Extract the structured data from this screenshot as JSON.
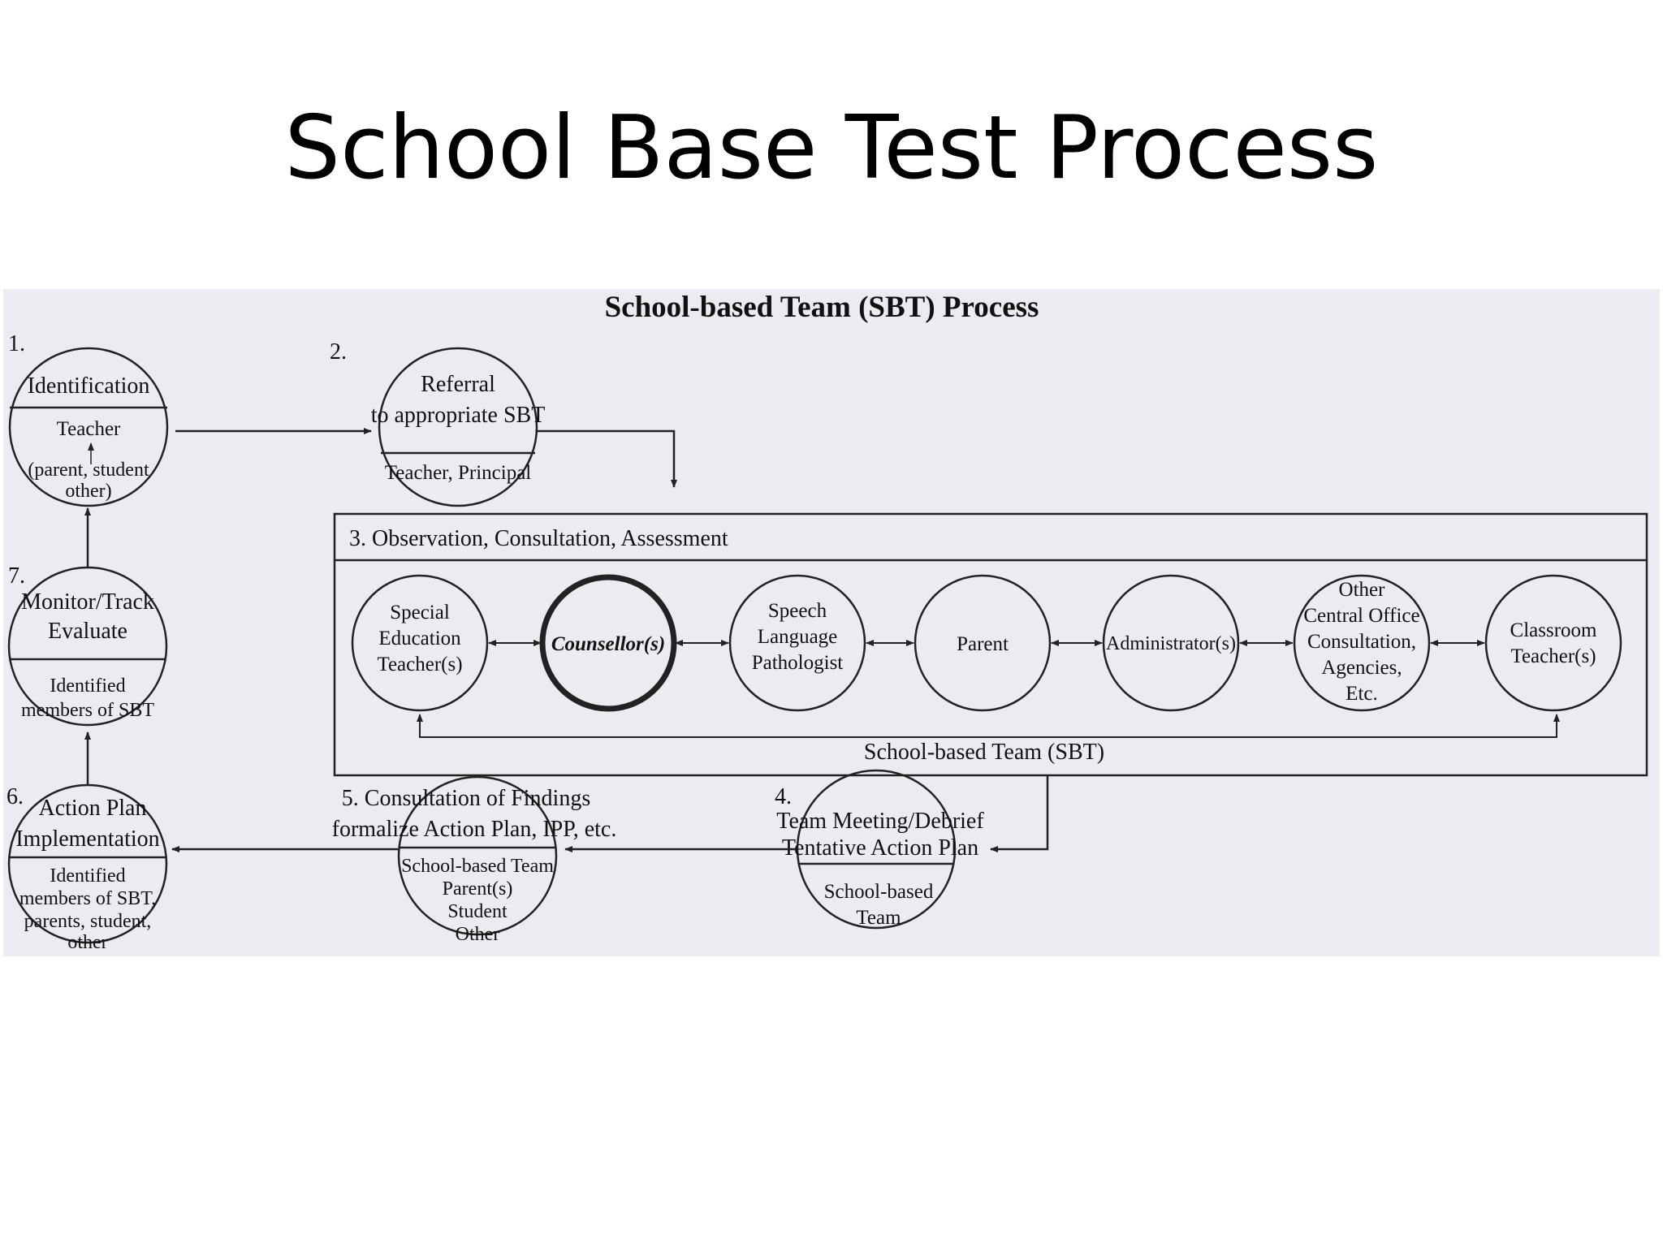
{
  "slide": {
    "title": "School Base Test Process"
  },
  "diagram": {
    "title": "School-based Team (SBT) Process",
    "steps": {
      "identification": {
        "number": "1.",
        "title": "Identification",
        "who_line1": "Teacher",
        "who_line2": "(parent, student",
        "who_line3": "other)"
      },
      "referral": {
        "number": "2.",
        "title_line1": "Referral",
        "title_line2": "to appropriate SBT",
        "who": "Teacher, Principal"
      },
      "observation": {
        "label": "3.  Observation, Consultation, Assessment",
        "team_label": "School-based Team (SBT)"
      },
      "team_meeting": {
        "number": "4.",
        "title_line1": "Team Meeting/Debrief",
        "title_line2": "Tentative Action Plan",
        "who_line1": "School-based",
        "who_line2": "Team"
      },
      "consultation": {
        "label_line1": "5.  Consultation of Findings",
        "label_line2": "formalize Action Plan, IPP, etc.",
        "who_line1": "School-based Team",
        "who_line2": "Parent(s)",
        "who_line3": "Student",
        "who_line4": "Other"
      },
      "action_plan": {
        "number": "6.",
        "title_line1": "Action Plan",
        "title_line2": "Implementation",
        "who_line1": "Identified",
        "who_line2": "members of SBT,",
        "who_line3": "parents, student,",
        "who_line4": "other"
      },
      "monitor": {
        "number": "7.",
        "title_line1": "Monitor/Track",
        "title_line2": "Evaluate",
        "who_line1": "Identified",
        "who_line2": "members of SBT"
      }
    },
    "team_members": {
      "special_ed": {
        "line1": "Special",
        "line2": "Education",
        "line3": "Teacher(s)"
      },
      "counsellor": {
        "line1": "Counsellor(s)"
      },
      "speech": {
        "line1": "Speech",
        "line2": "Language",
        "line3": "Pathologist"
      },
      "parent": {
        "line1": "Parent"
      },
      "administrator": {
        "line1": "Administrator(s)"
      },
      "central_office": {
        "line1": "Other",
        "line2": "Central Office",
        "line3": "Consultation,",
        "line4": "Agencies,",
        "line5": "Etc."
      },
      "classroom": {
        "line1": "Classroom",
        "line2": "Teacher(s)"
      }
    }
  }
}
